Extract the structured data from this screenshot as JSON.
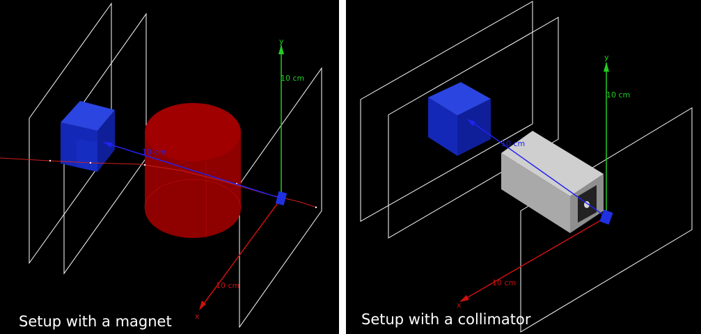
{
  "panels": [
    {
      "caption": "Setup with a magnet",
      "axes": {
        "x_label": "x",
        "y_label": "y",
        "x_scale": "10 cm",
        "y_scale": "10 cm",
        "z_scale": "10 cm"
      }
    },
    {
      "caption": "Setup with a collimator",
      "axes": {
        "x_label": "x",
        "y_label": "y",
        "x_scale": "10 cm",
        "y_scale": "10 cm",
        "z_scale": "10 cm"
      }
    }
  ],
  "colors": {
    "background": "#000000",
    "detector_plane": "#ffffff",
    "x_axis": "#cc1111",
    "y_axis": "#22cc22",
    "z_axis": "#2222ee",
    "magnet": "#a00000",
    "collimator": "#b9b9b9",
    "source_block": "#1530c8",
    "particle_track": "#d02020"
  }
}
